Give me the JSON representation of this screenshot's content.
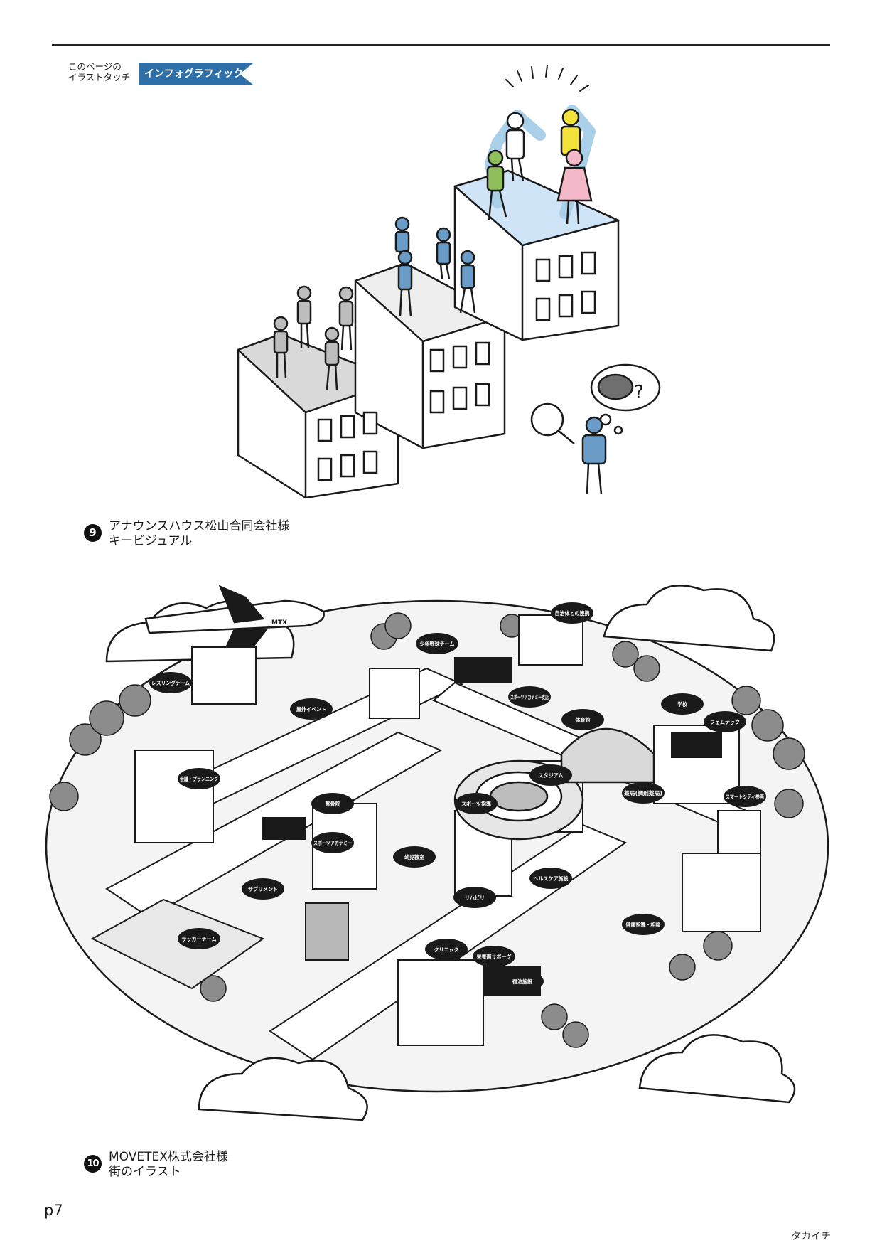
{
  "header": {
    "touch_label_line1": "このページの",
    "touch_label_line2": "イラストタッチ",
    "touch_tag": "インフォグラフィック"
  },
  "work9": {
    "number": "9",
    "line1": "アナウンスハウス松山合同会社様",
    "line2": "キービジュアル"
  },
  "work10": {
    "number": "10",
    "line1": "MOVETEX株式会社様",
    "line2": "街のイラスト",
    "brand_logo": "MTX",
    "tags": [
      "レスリングチーム",
      "少年野球チーム",
      "自治体との連携",
      "屋外イベント",
      "スポーツアカデミー支店",
      "学校",
      "体育館",
      "フェムテック",
      "会議・プランニング",
      "スタジアム",
      "整骨院",
      "スポーツ指導",
      "薬局(調剤薬局)",
      "スマートシティ参画",
      "スポーツアカデミー",
      "幼児教室",
      "ヘルスケア施設",
      "リハビリ",
      "サプリメント",
      "健康指導・相談",
      "サッカーチーム",
      "クリニック",
      "栄養面サポーグ",
      "宿泊施設"
    ]
  },
  "footer": {
    "page_number": "p7",
    "artist": "タカイチ"
  },
  "colors": {
    "accent_blue": "#2f6fa8",
    "figure_blue": "#6b9cc7",
    "figure_yellow": "#f2e23a",
    "figure_green": "#8fbf5a",
    "figure_pink": "#f2b8c8",
    "roof_blue": "#cfe4f6"
  }
}
